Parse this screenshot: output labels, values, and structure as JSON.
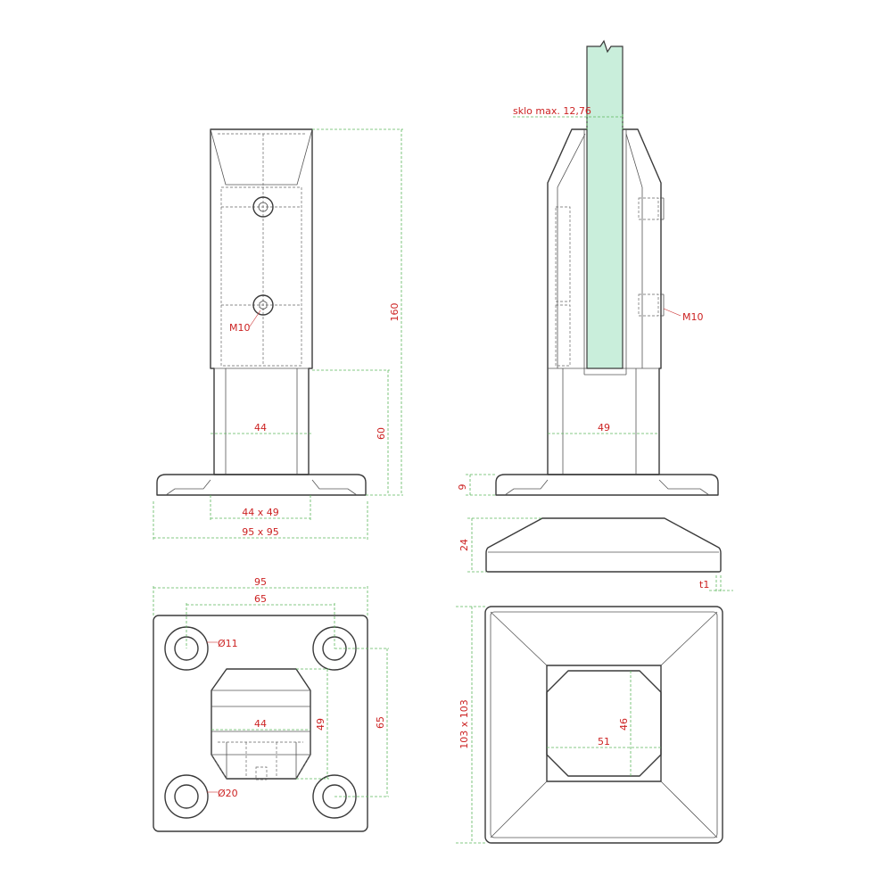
{
  "labels": {
    "height_160": "160",
    "height_60": "60",
    "width_44": "44",
    "base_44x49": "44 x 49",
    "base_95x95": "95 x 95",
    "thread_front": "M10",
    "glass_max": "sklo max. 12,76",
    "thread_side": "M10",
    "width_49": "49",
    "base_height_9": "9",
    "cover_height_24": "24",
    "cover_thickness": "t1",
    "plan_95": "95",
    "plan_65_h": "65",
    "hole_11": "Ø11",
    "plan_44": "44",
    "plan_49": "49",
    "plan_65_v": "65",
    "hole_20": "Ø20",
    "cover_103x103": "103 x 103",
    "cover_46": "46",
    "cover_51": "51"
  },
  "colors": {
    "outline": "#3a3a3a",
    "dimension_line": "#5cb85c",
    "dimension_text": "#cc2222",
    "glass_fill": "#c9eedb"
  }
}
